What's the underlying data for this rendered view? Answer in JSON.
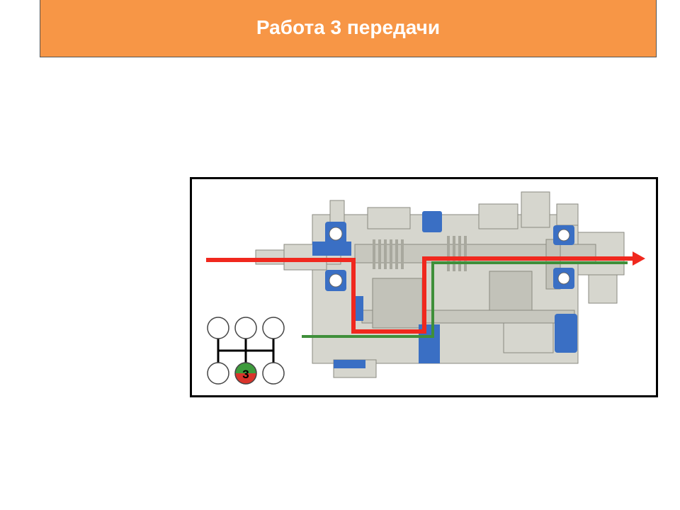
{
  "slide": {
    "title": "Работа 3 передачи"
  },
  "diagram": {
    "selected_gear_label": "3",
    "selected_gear": 3
  },
  "colors": {
    "title_bg": "#F79646",
    "housing": "#D6D6CE",
    "housing_dark": "#B9B9B0",
    "bearing_blue": "#3A6FC4",
    "power_flow_red": "#F0281E",
    "power_flow_green": "#3F8F3A",
    "gear_indicator_red": "#D9342B",
    "gear_indicator_green": "#3E9B3C"
  }
}
